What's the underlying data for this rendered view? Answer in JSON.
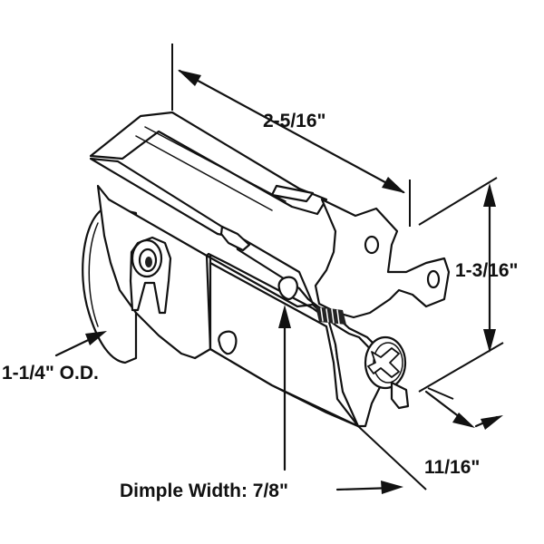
{
  "dimensions": {
    "length": "2-5/16\"",
    "height": "1-3/16\"",
    "depth": "11/16\"",
    "wheel_diameter": "1-1/4\" O.D.",
    "dimple_width": "Dimple Width: 7/8\""
  },
  "colors": {
    "line": "#111111",
    "background": "#ffffff"
  }
}
